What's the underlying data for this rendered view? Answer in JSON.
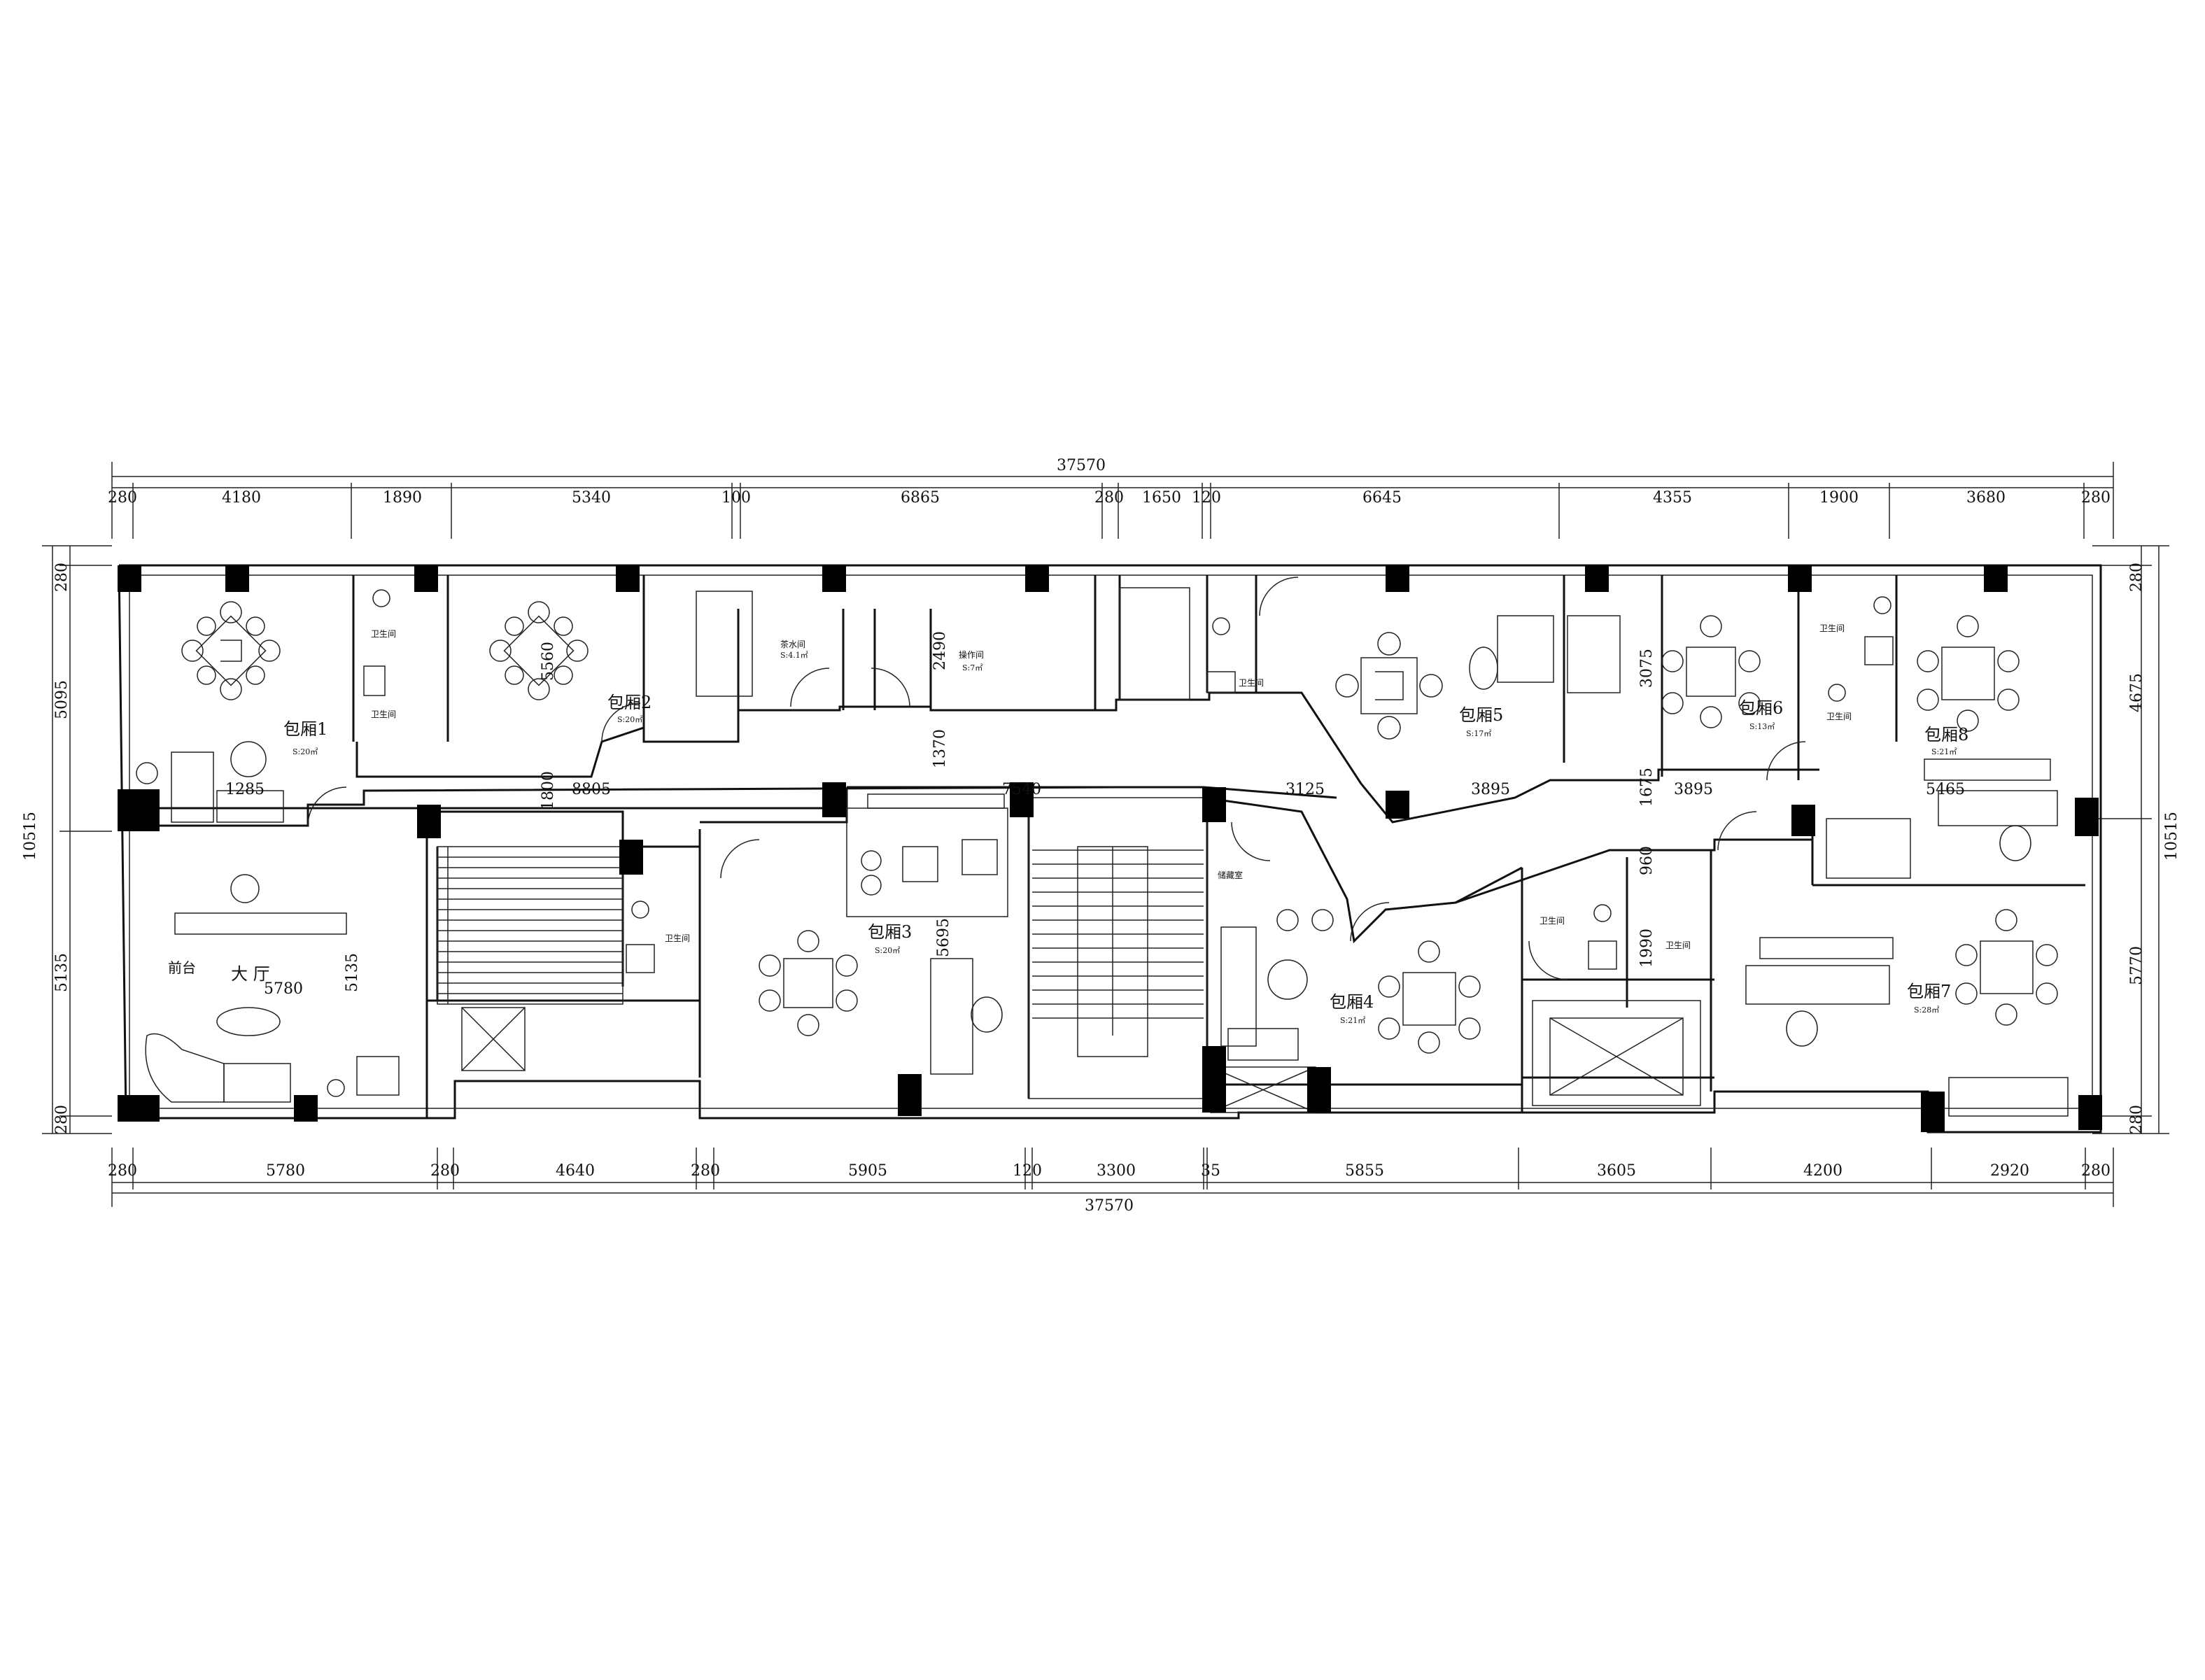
{
  "title": "",
  "dimensions": {
    "overall_top": "37570",
    "overall_bottom": "37570",
    "top": [
      "280",
      "4180",
      "1890",
      "5340",
      "100",
      "6865",
      "280",
      "1650",
      "120",
      "6645",
      "4355",
      "1900",
      "3680",
      "280"
    ],
    "bottom": [
      "280",
      "5780",
      "280",
      "4640",
      "280",
      "5905",
      "120",
      "3300",
      "35",
      "5855",
      "3605",
      "4200",
      "2920",
      "280"
    ],
    "left": [
      "280",
      "5095",
      "10515",
      "5135",
      "280"
    ],
    "right": [
      "280",
      "4675",
      "10515",
      "5770",
      "280"
    ],
    "interior": [
      "5560",
      "2490",
      "1370",
      "8805",
      "1800",
      "7540",
      "3125",
      "3895",
      "1675",
      "3895",
      "3075",
      "5465",
      "960",
      "1990",
      "5695",
      "5135",
      "5780",
      "1285"
    ]
  },
  "rooms": {
    "r1": {
      "name": "包厢1",
      "area": "S:20㎡"
    },
    "r2": {
      "name": "包厢2",
      "area": "S:20㎡"
    },
    "r3": {
      "name": "包厢3",
      "area": "S:20㎡"
    },
    "r4": {
      "name": "包厢4",
      "area": "S:21㎡"
    },
    "r5": {
      "name": "包厢5",
      "area": "S:17㎡"
    },
    "r6": {
      "name": "包厢6",
      "area": "S:13㎡"
    },
    "r7": {
      "name": "包厢7",
      "area": "S:28㎡"
    },
    "r8": {
      "name": "包厢8",
      "area": "S:21㎡"
    },
    "tea": {
      "name": "茶水间",
      "area": "S:4.1㎡"
    },
    "ops": {
      "name": "操作间",
      "area": "S:7㎡"
    },
    "storage": {
      "name": "储藏室"
    },
    "hall": {
      "name": "大 厅"
    },
    "reception": {
      "name": "前台"
    },
    "wc1": {
      "name": "卫生间"
    },
    "wc2": {
      "name": "卫生间"
    },
    "wc3": {
      "name": "卫生间"
    },
    "wc4": {
      "name": "卫生间"
    },
    "wc5": {
      "name": "卫生间"
    },
    "wc6": {
      "name": "卫生间"
    },
    "wc7": {
      "name": "卫生间"
    },
    "wc8": {
      "name": "卫生间"
    }
  }
}
